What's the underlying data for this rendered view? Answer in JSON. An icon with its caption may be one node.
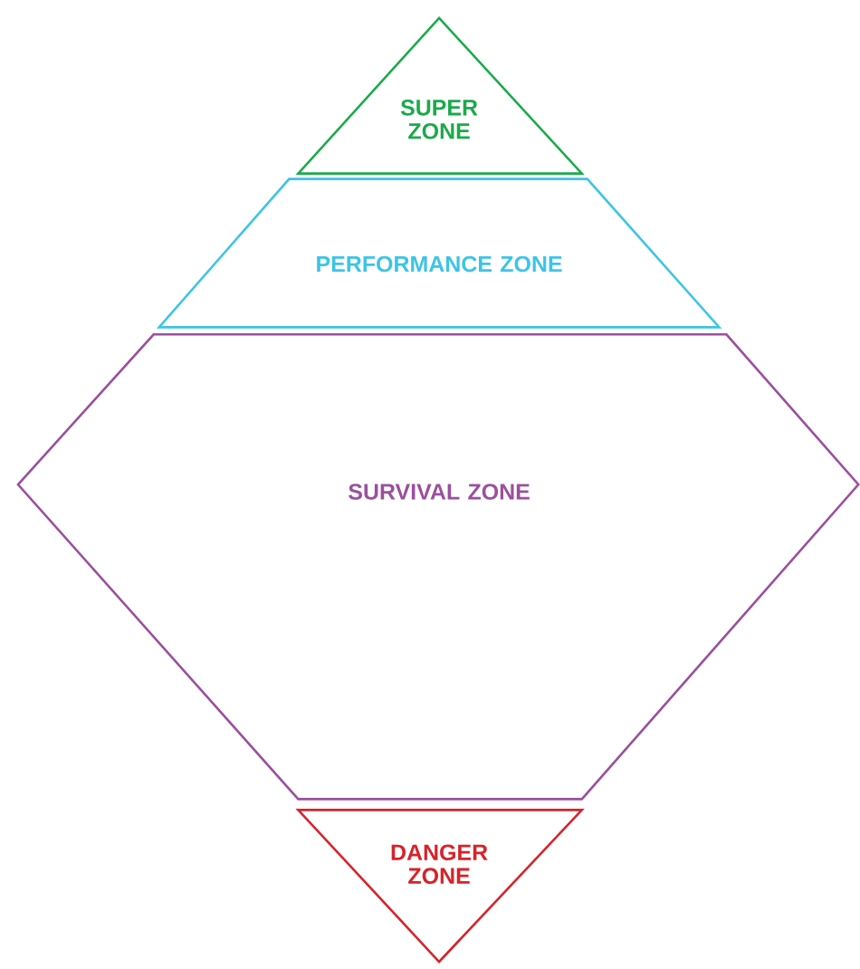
{
  "diagram": {
    "nodes": [
      {
        "text": [
          "SUPER ZONE"
        ]
      },
      {
        "text": [
          "PERFORMANCE ZONE"
        ]
      },
      {
        "text": [
          "SURVIVAL ZONE"
        ]
      },
      {
        "text": [
          "DANGER ZONE"
        ]
      }
    ]
  }
}
